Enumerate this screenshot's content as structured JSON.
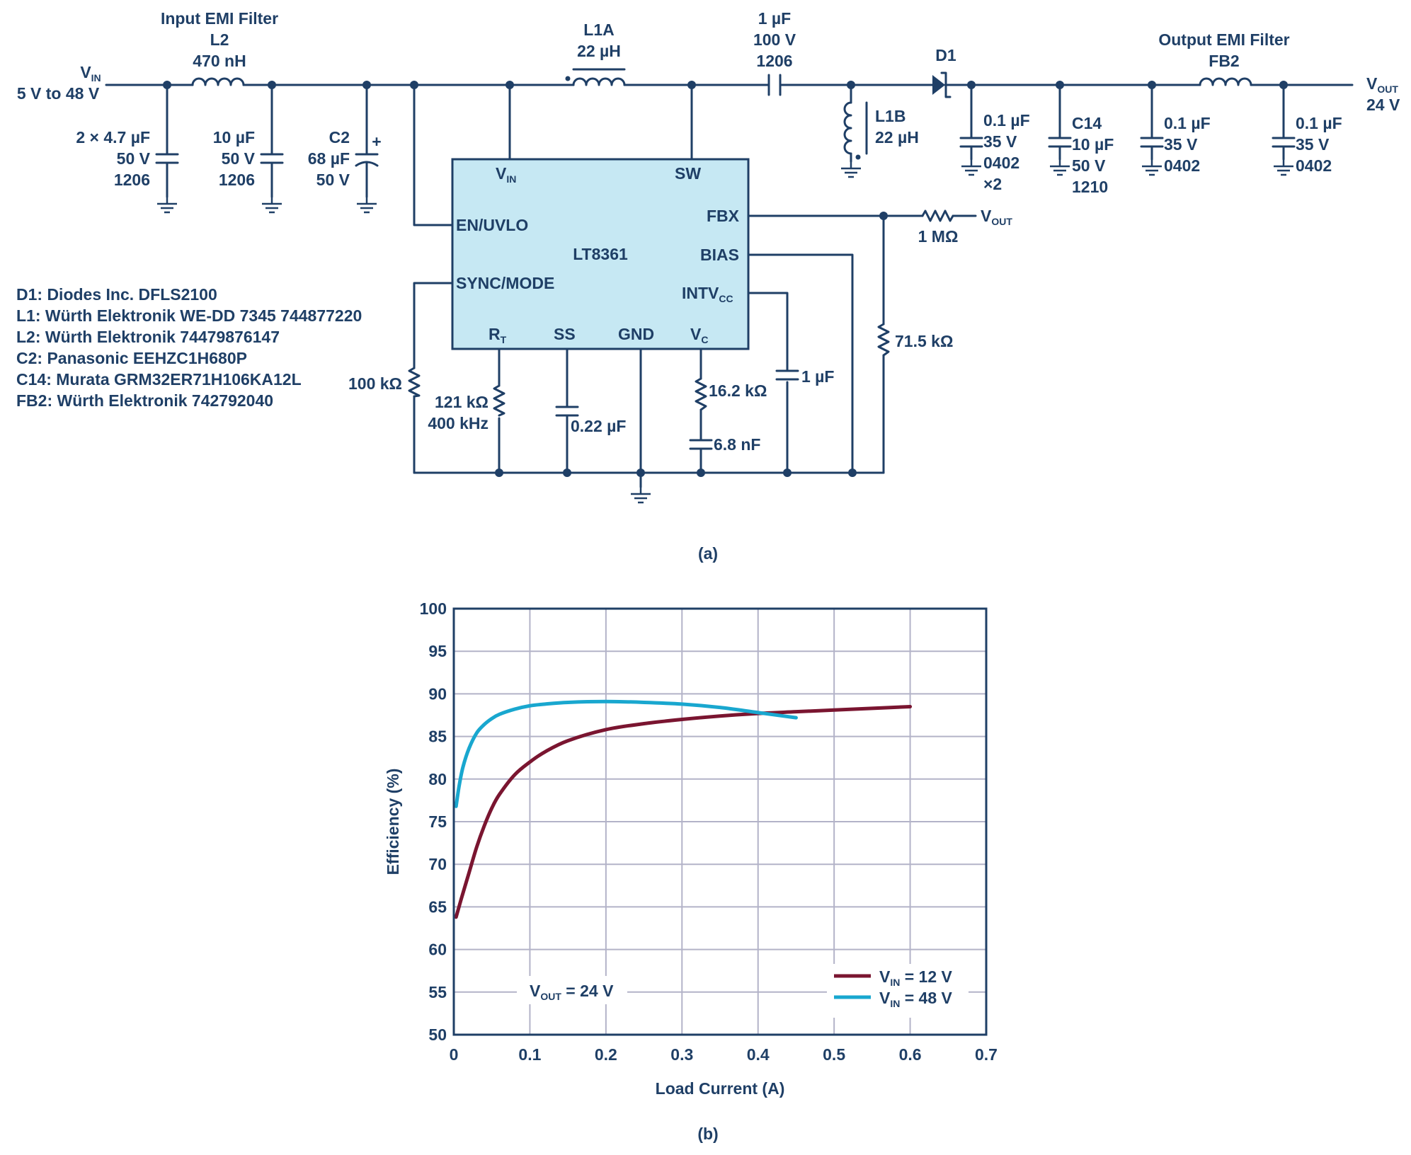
{
  "colors": {
    "ink": "#1f3f66",
    "ic_fill": "#c6e8f3",
    "grid": "#b3b3c8",
    "series_12v": "#7a1530",
    "series_48v": "#19a7cf"
  },
  "icons": [
    "ground-icon",
    "inductor-icon",
    "capacitor-icon",
    "resistor-icon",
    "diode-icon",
    "junction-dot-icon"
  ],
  "schematic": {
    "input": {
      "name": "V",
      "sub": "IN",
      "range": "5 V to 48 V"
    },
    "input_filter": {
      "title": "Input EMI Filter",
      "ref": "L2",
      "value": "470 nH"
    },
    "cap_in1": {
      "l1": "2 × 4.7 µF",
      "l2": "50 V",
      "l3": "1206"
    },
    "cap_in2": {
      "l1": "10 µF",
      "l2": "50 V",
      "l3": "1206"
    },
    "c2": {
      "ref": "C2",
      "value": "68 µF",
      "voltage": "50 V",
      "plus": "+"
    },
    "l1a": {
      "ref": "L1A",
      "value": "22 µH"
    },
    "ccoupling": {
      "l1": "1 µF",
      "l2": "100 V",
      "l3": "1206"
    },
    "l1b": {
      "ref": "L1B",
      "value": "22 µH"
    },
    "d1": {
      "ref": "D1"
    },
    "cout1": {
      "l1": "0.1 µF",
      "l2": "35 V",
      "l3": "0402",
      "l4": "×2"
    },
    "c14": {
      "ref": "C14",
      "l1": "10 µF",
      "l2": "50 V",
      "l3": "1210"
    },
    "cout3": {
      "l1": "0.1 µF",
      "l2": "35 V",
      "l3": "0402"
    },
    "output_filter": {
      "title": "Output EMI Filter",
      "ref": "FB2"
    },
    "cout4": {
      "l1": "0.1 µF",
      "l2": "35 V",
      "l3": "0402"
    },
    "output": {
      "name": "V",
      "sub": "OUT",
      "value": "24 V"
    },
    "ic": {
      "name": "LT8361",
      "pins": {
        "vin": {
          "name": "V",
          "sub": "IN"
        },
        "sw": "SW",
        "en": "EN/UVLO",
        "fbx": "FBX",
        "bias": "BIAS",
        "sync": "SYNC/MODE",
        "intvcc": {
          "name": "INTV",
          "sub": "CC"
        },
        "rt": {
          "name": "R",
          "sub": "T"
        },
        "ss": "SS",
        "gnd": "GND",
        "vc": {
          "name": "V",
          "sub": "C"
        }
      }
    },
    "fb_top": {
      "value": "1 MΩ",
      "net": {
        "name": "V",
        "sub": "OUT"
      }
    },
    "fb_bot": {
      "value": "71.5 kΩ"
    },
    "r_sync": {
      "value": "100 kΩ"
    },
    "r_rt": {
      "value": "121 kΩ",
      "freq": "400 kHz"
    },
    "c_ss": {
      "value": "0.22 µF"
    },
    "r_vc": {
      "value": "16.2 kΩ"
    },
    "c_vc": {
      "value": "6.8 nF"
    },
    "c_intvcc": {
      "value": "1 µF"
    },
    "bom": [
      "D1: Diodes Inc. DFLS2100",
      "L1: Würth Elektronik WE-DD 7345 744877220",
      "L2: Würth Elektronik 74479876147",
      "C2: Panasonic EEHZC1H680P",
      "C14: Murata GRM32ER71H106KA12L",
      "FB2: Würth Elektronik 742792040"
    ],
    "caption": "(a)"
  },
  "chart_data": {
    "type": "line",
    "xlabel": "Load Current (A)",
    "ylabel": "Efficiency (%)",
    "xlim": [
      0,
      0.7
    ],
    "ylim": [
      50,
      100
    ],
    "xticks": [
      "0",
      "0.1",
      "0.2",
      "0.3",
      "0.4",
      "0.5",
      "0.6",
      "0.7"
    ],
    "yticks": [
      "50",
      "55",
      "60",
      "65",
      "70",
      "75",
      "80",
      "85",
      "90",
      "95",
      "100"
    ],
    "grid": true,
    "legend_position": "bottom-right",
    "annotation": {
      "name": "V",
      "sub": "OUT",
      "rest": " = 24 V"
    },
    "series": [
      {
        "legend": {
          "name": "V",
          "sub": "IN",
          "rest": " = 12 V"
        },
        "color": "#7a1530",
        "x": [
          0.003,
          0.01,
          0.02,
          0.03,
          0.04,
          0.05,
          0.06,
          0.08,
          0.1,
          0.12,
          0.15,
          0.2,
          0.25,
          0.3,
          0.35,
          0.4,
          0.45,
          0.5,
          0.55,
          0.6
        ],
        "y": [
          63.8,
          66.0,
          69.0,
          72.0,
          74.5,
          76.6,
          78.2,
          80.5,
          82.0,
          83.2,
          84.5,
          85.8,
          86.5,
          87.0,
          87.4,
          87.7,
          87.9,
          88.1,
          88.3,
          88.5
        ]
      },
      {
        "legend": {
          "name": "V",
          "sub": "IN",
          "rest": " = 48 V"
        },
        "color": "#19a7cf",
        "x": [
          0.003,
          0.007,
          0.012,
          0.02,
          0.03,
          0.04,
          0.05,
          0.06,
          0.08,
          0.1,
          0.12,
          0.15,
          0.2,
          0.25,
          0.3,
          0.35,
          0.4,
          0.45
        ],
        "y": [
          76.8,
          79.2,
          81.4,
          83.6,
          85.4,
          86.4,
          87.1,
          87.6,
          88.2,
          88.6,
          88.8,
          89.0,
          89.1,
          89.0,
          88.8,
          88.4,
          87.8,
          87.2
        ]
      }
    ],
    "caption": "(b)"
  }
}
